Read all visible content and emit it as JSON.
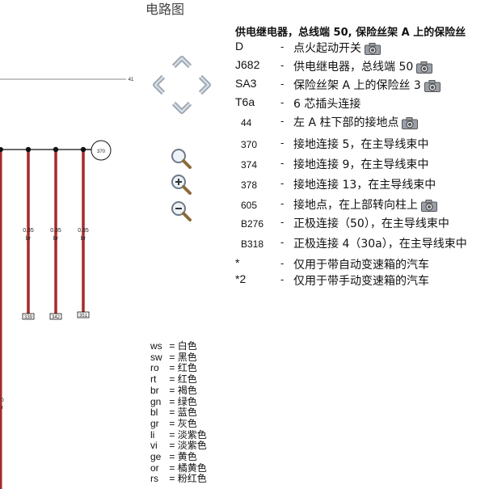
{
  "page_title": "电路图",
  "legend": {
    "heading": "供电继电器，总线端 50, 保险丝架 A 上的保险丝",
    "items": [
      {
        "code": "D",
        "desc": "点火起动开关",
        "camera": true
      },
      {
        "code": "J682",
        "desc": "供电继电器，总线端 50",
        "camera": true
      },
      {
        "code": "SA3",
        "desc": "保险丝架 A 上的保险丝 3",
        "camera": true
      },
      {
        "code": "T6a",
        "desc": "6 芯插头连接",
        "camera": false
      },
      {
        "code": "44",
        "desc": "左 A 柱下部的接地点",
        "camera": true
      },
      {
        "code": "370",
        "desc": "接地连接 5，在主导线束中",
        "camera": false
      },
      {
        "code": "374",
        "desc": "接地连接 9，在主导线束中",
        "camera": false
      },
      {
        "code": "378",
        "desc": "接地连接 13，在主导线束中",
        "camera": false
      },
      {
        "code": "605",
        "desc": "接地点，在上部转向柱上",
        "camera": true
      },
      {
        "code": "B276",
        "desc": "正极连接（50），在主导线束中",
        "camera": false
      },
      {
        "code": "B318",
        "desc": "正极连接 4（30a），在主导线束中",
        "camera": false
      },
      {
        "code": "*",
        "desc": "仅用于带自动变速箱的汽车",
        "camera": false
      },
      {
        "code": "*2",
        "desc": "仅用于带手动变速箱的汽车",
        "camera": false
      }
    ]
  },
  "color_key": [
    {
      "abbr": "ws",
      "name": "白色"
    },
    {
      "abbr": "sw",
      "name": "黑色"
    },
    {
      "abbr": "ro",
      "name": "红色"
    },
    {
      "abbr": "rt",
      "name": "红色"
    },
    {
      "abbr": "br",
      "name": "褐色"
    },
    {
      "abbr": "gn",
      "name": "绿色"
    },
    {
      "abbr": "bl",
      "name": "蓝色"
    },
    {
      "abbr": "gr",
      "name": "灰色"
    },
    {
      "abbr": "li",
      "name": "淡紫色"
    },
    {
      "abbr": "vi",
      "name": "淡紫色"
    },
    {
      "abbr": "ge",
      "name": "黄色"
    },
    {
      "abbr": "or",
      "name": "橘黄色"
    },
    {
      "abbr": "rs",
      "name": "粉红色"
    }
  ],
  "schematic": {
    "ground_node": "370",
    "top_marker": "41",
    "wires": [
      {
        "gauge": "0.35",
        "color": "br",
        "pin": "339"
      },
      {
        "gauge": "0.35",
        "color": "br",
        "pin": "342"
      },
      {
        "gauge": "0.35",
        "color": "br",
        "pin": "351"
      }
    ],
    "edge_labels": [
      "0",
      "r"
    ],
    "wire_color": "#a52a2a"
  },
  "nav": {
    "pan_up": "pan-up",
    "pan_down": "pan-down",
    "pan_left": "pan-left",
    "pan_right": "pan-right",
    "zoom": "zoom",
    "zoom_in": "zoom-in",
    "zoom_out": "zoom-out"
  }
}
